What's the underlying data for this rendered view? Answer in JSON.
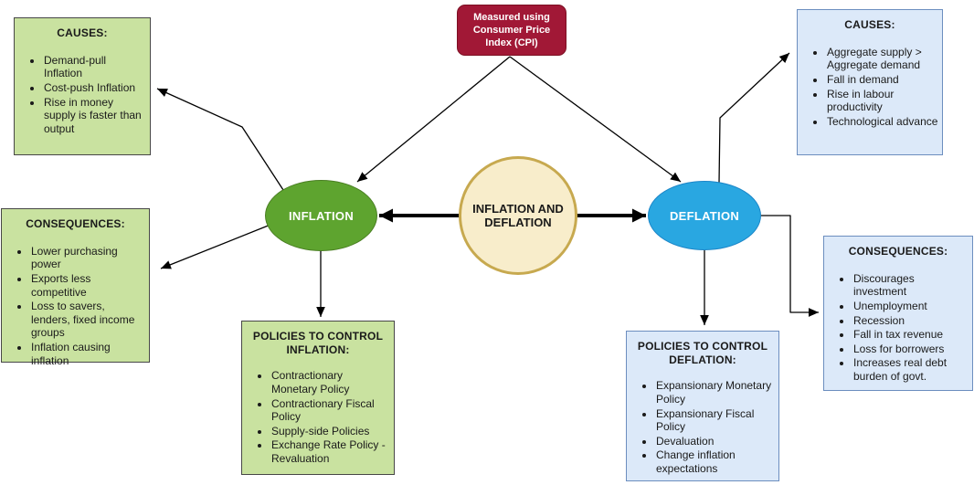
{
  "colors": {
    "green-fill": "#c9e2a0",
    "green-border": "#474747",
    "blue-fill": "#dce9f9",
    "blue-border": "#6c8ebf",
    "inflation-fill": "#5ea42f",
    "inflation-border": "#4a7f23",
    "deflation-fill": "#29a7e1",
    "deflation-border": "#1c86c8",
    "center-fill": "#f8edcb",
    "center-border": "#c7a94f",
    "cpi-fill": "#a11836",
    "cpi-border": "#7d1023",
    "arrow": "#000000",
    "text": "#1a1a1a"
  },
  "nodes": {
    "cpi_note": {
      "text": "Measured using Consumer Price Index (CPI)"
    },
    "center": {
      "label": "INFLATION AND DEFLATION"
    },
    "inflation": {
      "label": "INFLATION"
    },
    "deflation": {
      "label": "DEFLATION"
    }
  },
  "boxes": {
    "inflation_causes": {
      "title": "CAUSES:",
      "items": [
        "Demand-pull Inflation",
        "Cost-push Inflation",
        "Rise in money supply is faster than output"
      ]
    },
    "inflation_consequences": {
      "title": "CONSEQUENCES:",
      "items": [
        "Lower purchasing power",
        "Exports less competitive",
        "Loss to savers, lenders, fixed income groups",
        "Inflation causing inflation"
      ]
    },
    "inflation_policies": {
      "title": "POLICIES TO CONTROL INFLATION:",
      "items": [
        "Contractionary Monetary Policy",
        "Contractionary Fiscal Policy",
        "Supply-side Policies",
        "Exchange Rate Policy - Revaluation"
      ]
    },
    "deflation_causes": {
      "title": "CAUSES:",
      "items": [
        "Aggregate supply > Aggregate demand",
        "Fall in demand",
        "Rise in labour productivity",
        "Technological advance"
      ]
    },
    "deflation_consequences": {
      "title": "CONSEQUENCES:",
      "items": [
        "Discourages investment",
        "Unemployment",
        "Recession",
        "Fall in tax revenue",
        "Loss for borrowers",
        "Increases real debt burden of govt."
      ]
    },
    "deflation_policies": {
      "title": "POLICIES TO CONTROL DEFLATION:",
      "items": [
        "Expansionary Monetary Policy",
        "Expansionary Fiscal Policy",
        "Devaluation",
        "Change inflation expectations"
      ]
    }
  }
}
